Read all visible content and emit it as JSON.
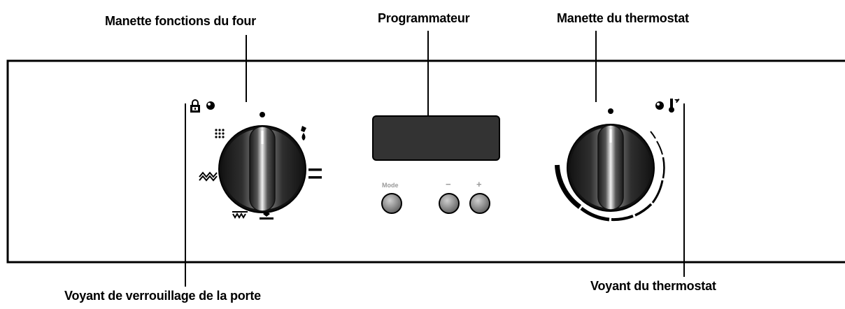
{
  "labels": {
    "oven_function_knob": "Manette fonctions du four",
    "programmer": "Programmateur",
    "thermostat_knob": "Manette du thermostat",
    "door_lock_light": "Voyant de verrouillage de la porte",
    "thermostat_light": "Voyant du thermostat"
  },
  "buttons": {
    "mode": "Mode",
    "minus": "−",
    "plus": "+"
  },
  "icons": {
    "lock": "lock-icon",
    "indicator": "indicator-dot-icon",
    "thermometer": "thermometer-icon"
  }
}
